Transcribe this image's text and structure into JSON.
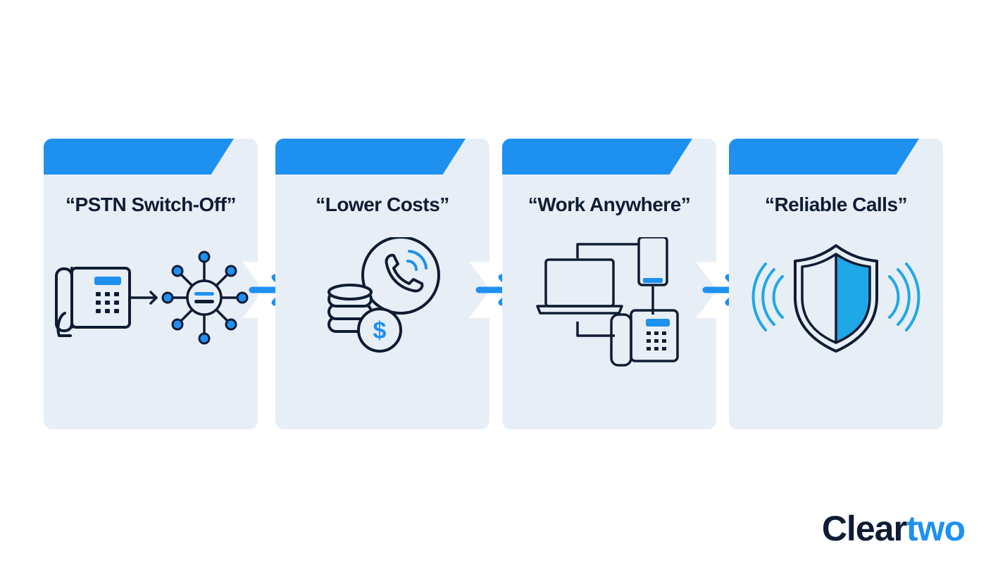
{
  "colors": {
    "accent": "#1e90f0",
    "ink": "#0f1c33",
    "card": "#e8eef6"
  },
  "steps": [
    {
      "title": "“PSTN Switch-Off”",
      "icon": "landline-to-network-icon"
    },
    {
      "title": "“Lower Costs”",
      "icon": "coins-and-phone-icon"
    },
    {
      "title": "“Work Anywhere”",
      "icon": "connected-devices-icon"
    },
    {
      "title": "“Reliable Calls”",
      "icon": "shield-signal-icon"
    }
  ],
  "brand": {
    "part1": "Clear",
    "part2": "two"
  }
}
